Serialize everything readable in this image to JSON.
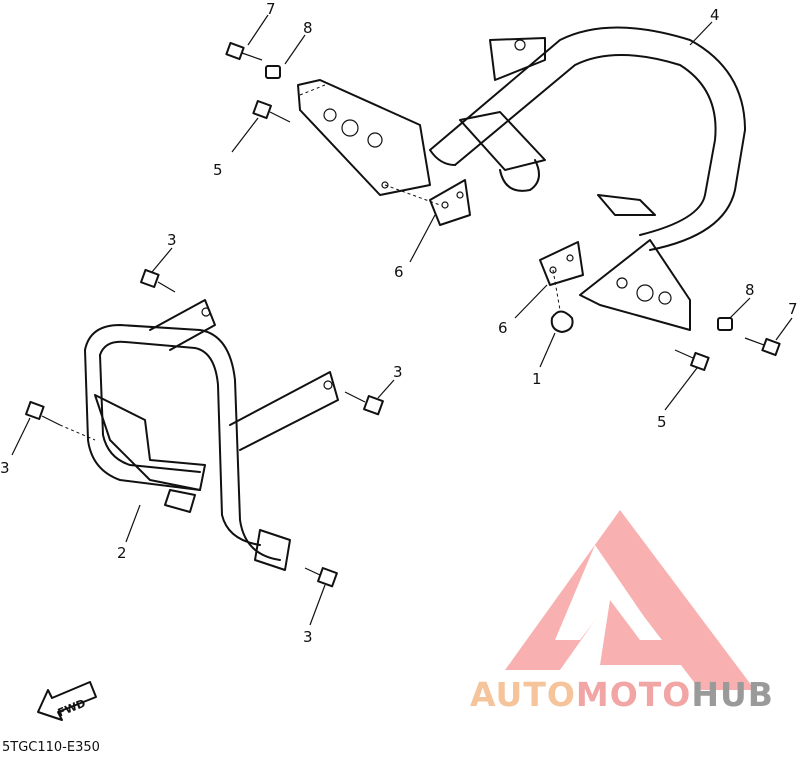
{
  "diagram": {
    "callouts": [
      {
        "id": "c7a",
        "label": "7"
      },
      {
        "id": "c8a",
        "label": "8"
      },
      {
        "id": "c4",
        "label": "4"
      },
      {
        "id": "c5a",
        "label": "5"
      },
      {
        "id": "c6a",
        "label": "6"
      },
      {
        "id": "c3a",
        "label": "3"
      },
      {
        "id": "c6b",
        "label": "6"
      },
      {
        "id": "c8b",
        "label": "8"
      },
      {
        "id": "c7b",
        "label": "7"
      },
      {
        "id": "c1",
        "label": "1"
      },
      {
        "id": "c3b",
        "label": "3"
      },
      {
        "id": "c5b",
        "label": "5"
      },
      {
        "id": "c3c",
        "label": "3"
      },
      {
        "id": "c2",
        "label": "2"
      },
      {
        "id": "c3d",
        "label": "3"
      }
    ],
    "fwd_label": "FWD",
    "diagram_code": "5TGC110-E350"
  },
  "watermark": {
    "part1": "AUTO",
    "part2": "MOTO",
    "part3": "HUB",
    "colors": {
      "auto": "#f5c49a",
      "moto": "#f2a5a5",
      "hub": "#9a9a9a",
      "logo": "#f7a3a3"
    }
  }
}
